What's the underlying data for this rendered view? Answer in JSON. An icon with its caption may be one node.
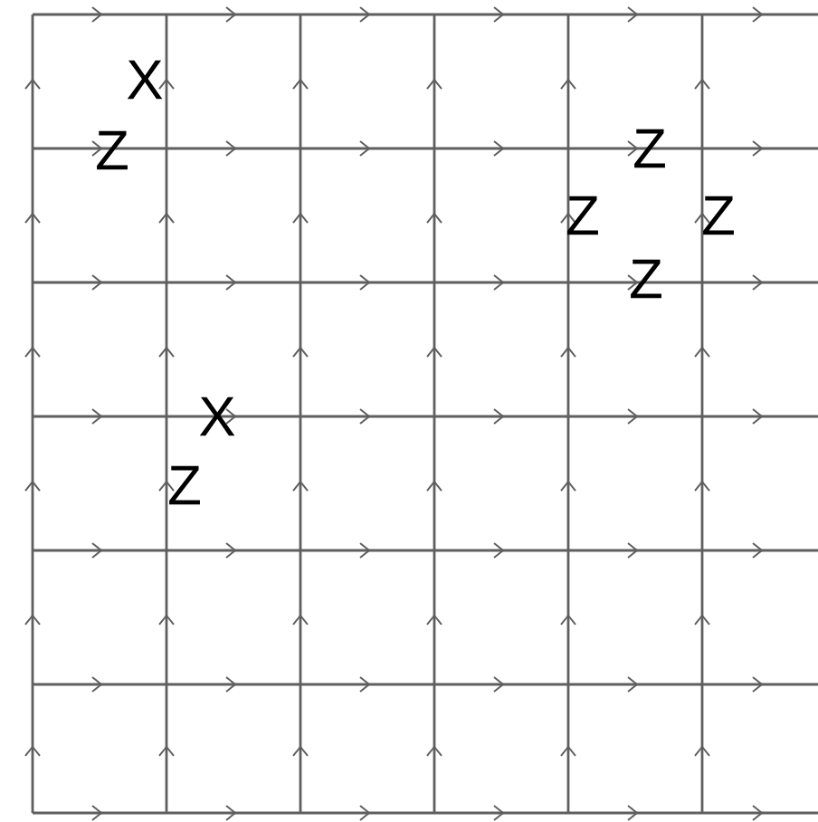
{
  "diagram": {
    "labels": [
      "X",
      "Z",
      "Z",
      "Z",
      "Z",
      "Z",
      "X",
      "Z"
    ]
  }
}
